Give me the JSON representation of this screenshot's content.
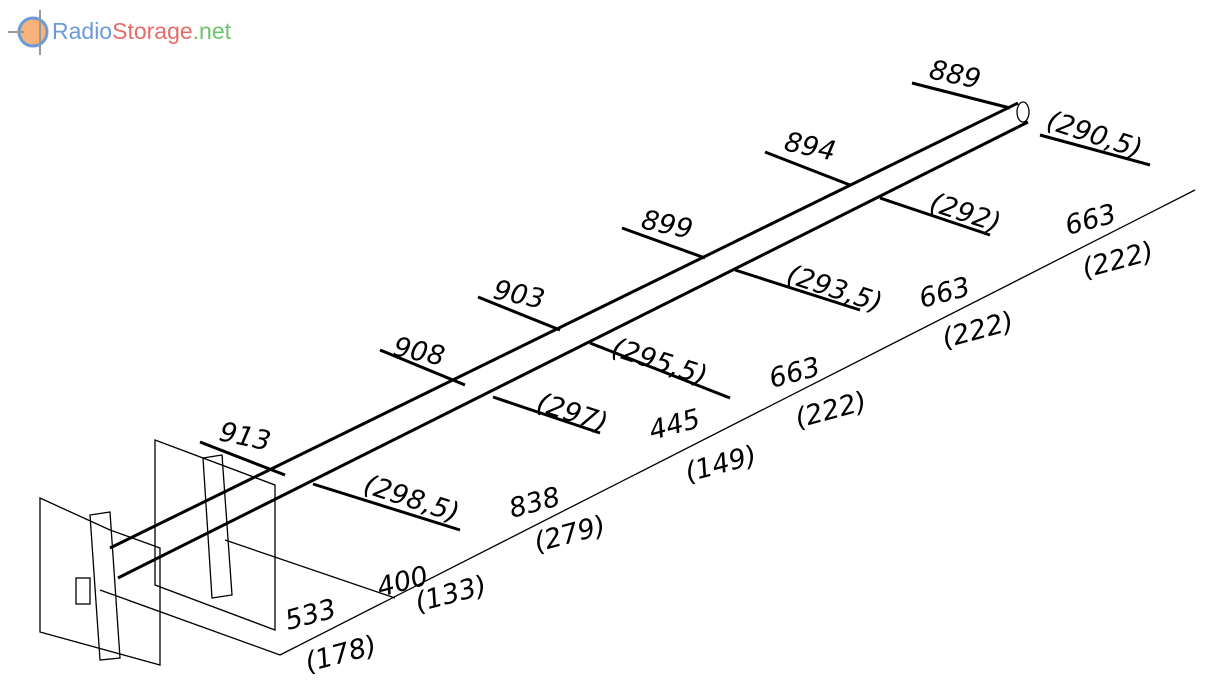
{
  "logo": {
    "part1": "Radio",
    "part2": "Storage",
    ".net": ".net",
    "part3": ".net",
    "colors": {
      "radio": "#6a9bd8",
      "storage": "#e86a6a",
      "net": "#6cc46c"
    }
  },
  "elements": [
    {
      "length": "889",
      "half": "(290,5)"
    },
    {
      "length": "894",
      "half": "(292)"
    },
    {
      "length": "899",
      "half": "(293,5)"
    },
    {
      "length": "903",
      "half": "(295,5)"
    },
    {
      "length": "908",
      "half": "(297)"
    },
    {
      "length": "913",
      "half": "(298,5)"
    }
  ],
  "spacings": [
    {
      "value": "533",
      "alt": "(178)"
    },
    {
      "value": "400",
      "alt": "(133)"
    },
    {
      "value": "838",
      "alt": "(279)"
    },
    {
      "value": "445",
      "alt": "(149)"
    },
    {
      "value": "663",
      "alt": "(222)"
    },
    {
      "value": "663",
      "alt": "(222)"
    },
    {
      "value": "663",
      "alt": "(222)"
    }
  ]
}
